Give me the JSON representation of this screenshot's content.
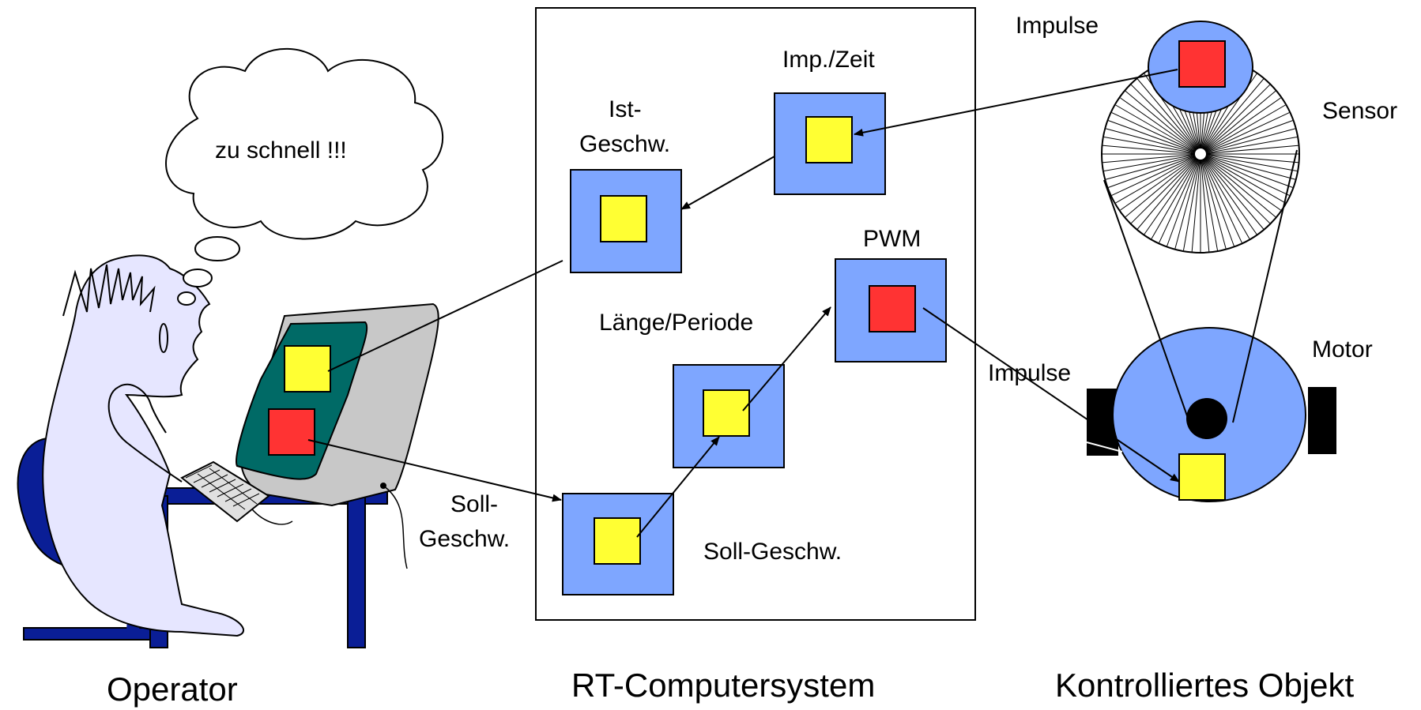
{
  "colors": {
    "block_blue": "#7ea6ff",
    "value_yellow": "#ffff33",
    "value_red": "#ff3333",
    "screen_teal": "#006a66",
    "desk_blue": "#0a1e96",
    "person_fill": "#e6e6ff",
    "monitor_gray": "#c8c8c8"
  },
  "labels": {
    "thought": "zu schnell !!!",
    "ist_line1": "Ist-",
    "ist_line2": "Geschw.",
    "imp_zeit": "Imp./Zeit",
    "pwm": "PWM",
    "laenge_periode": "Länge/Periode",
    "soll_line1": "Soll-",
    "soll_line2": "Geschw.",
    "soll_geschw": "Soll-Geschw.",
    "impulse_top": "Impulse",
    "sensor": "Sensor",
    "motor": "Motor",
    "impulse_mid": "Impulse"
  },
  "sections": {
    "operator": "Operator",
    "rt_system": "RT-Computersystem",
    "controlled_object": "Kontrolliertes Objekt"
  },
  "icons": [
    "operator-figure",
    "thought-cloud",
    "computer-monitor",
    "keyboard",
    "sensor-disc",
    "motor"
  ]
}
